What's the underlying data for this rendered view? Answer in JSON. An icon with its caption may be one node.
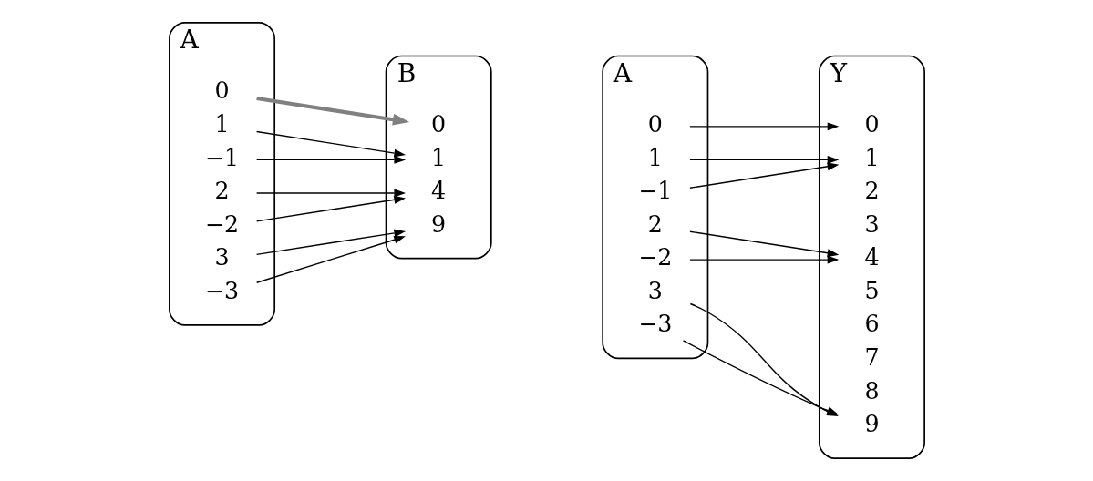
{
  "diagram": {
    "nodes": [
      {
        "text": [
          "A"
        ]
      },
      {
        "text": [
          "0"
        ],
        "in": 0
      },
      {
        "text": [
          "1"
        ],
        "in": 0
      },
      {
        "text": [
          "−1"
        ],
        "in": 0
      },
      {
        "text": [
          "2"
        ],
        "in": 0
      },
      {
        "text": [
          "−2"
        ],
        "in": 0
      },
      {
        "text": [
          "3"
        ],
        "in": 0
      },
      {
        "text": [
          "−3"
        ],
        "in": 0
      },
      {
        "text": [
          "B"
        ]
      },
      {
        "text": [
          "0"
        ],
        "in": 8
      },
      {
        "text": [
          "1"
        ],
        "in": 8
      },
      {
        "text": [
          "4"
        ],
        "in": 8
      },
      {
        "text": [
          "9"
        ],
        "in": 8
      },
      {
        "text": [
          "A"
        ]
      },
      {
        "text": [
          "0"
        ],
        "in": 13
      },
      {
        "text": [
          "1"
        ],
        "in": 13
      },
      {
        "text": [
          "−1"
        ],
        "in": 13
      },
      {
        "text": [
          "2"
        ],
        "in": 13
      },
      {
        "text": [
          "−2"
        ],
        "in": 13
      },
      {
        "text": [
          "3"
        ],
        "in": 13
      },
      {
        "text": [
          "−3"
        ],
        "in": 13
      },
      {
        "text": [
          "Y"
        ]
      },
      {
        "text": [
          "0"
        ],
        "in": 21
      },
      {
        "text": [
          "1"
        ],
        "in": 21
      },
      {
        "text": [
          "2"
        ],
        "in": 21
      },
      {
        "text": [
          "3"
        ],
        "in": 21
      },
      {
        "text": [
          "4"
        ],
        "in": 21
      },
      {
        "text": [
          "5"
        ],
        "in": 21
      },
      {
        "text": [
          "6"
        ],
        "in": 21
      },
      {
        "text": [
          "7"
        ],
        "in": 21
      },
      {
        "text": [
          "8"
        ],
        "in": 21
      },
      {
        "text": [
          "9"
        ],
        "in": 21
      }
    ],
    "edges": [
      {
        "from": 1,
        "to": 9,
        "arrow": "to",
        "style": "thick",
        "color": "#808080"
      },
      {
        "from": 2,
        "to": 10,
        "arrow": "to"
      },
      {
        "from": 3,
        "to": 10,
        "arrow": "to"
      },
      {
        "from": 4,
        "to": 11,
        "arrow": "to"
      },
      {
        "from": 5,
        "to": 11,
        "arrow": "to"
      },
      {
        "from": 6,
        "to": 12,
        "arrow": "to"
      },
      {
        "from": 7,
        "to": 12,
        "arrow": "to"
      },
      {
        "from": 14,
        "to": 22,
        "arrow": "to"
      },
      {
        "from": 15,
        "to": 23,
        "arrow": "to"
      },
      {
        "from": 16,
        "to": 23,
        "arrow": "to"
      },
      {
        "from": 17,
        "to": 26,
        "arrow": "to"
      },
      {
        "from": 18,
        "to": 26,
        "arrow": "to"
      },
      {
        "from": 19,
        "to": 31,
        "arrow": "to"
      },
      {
        "from": 20,
        "to": 31,
        "arrow": "to"
      }
    ]
  }
}
